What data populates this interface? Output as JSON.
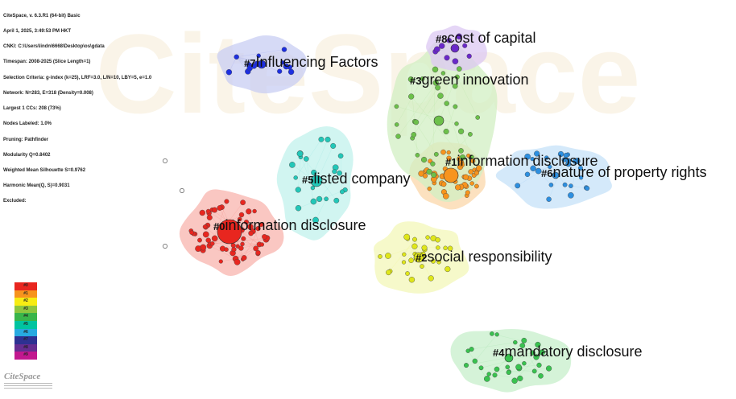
{
  "header": {
    "lines": [
      "CiteSpace, v. 6.3.R1 (64-bit) Basic",
      "April 1, 2025, 3:49:53 PM HKT",
      "CNKI: C:\\Users\\lindn\\6668\\Desktop\\os\\gdata",
      "Timespan: 2008-2025 (Slice Length=1)",
      "Selection Criteria: g-index (k=25), LRF=3.0, L/N=10, LBY=5, e=1.0",
      "Network: N=283, E=318 (Density=0.008)",
      "Largest 1 CCs: 208 (73%)",
      "Nodes Labeled: 1.0%",
      "Pruning: Pathfinder",
      "Modularity Q=0.8402",
      "Weighted Mean Silhouette S=0.9762",
      "Harmonic Mean(Q, S)=0.9031",
      "Excluded:"
    ]
  },
  "watermark": "CiteSpace",
  "logo": {
    "text": "CiteSpace"
  },
  "legend": {
    "items": [
      {
        "label": "#0",
        "color": "#e8261f"
      },
      {
        "label": "#1",
        "color": "#f7941d"
      },
      {
        "label": "#2",
        "color": "#f7ec13"
      },
      {
        "label": "#3",
        "color": "#8dc63f"
      },
      {
        "label": "#4",
        "color": "#39b54a"
      },
      {
        "label": "#5",
        "color": "#00c4a0"
      },
      {
        "label": "#6",
        "color": "#27aae1"
      },
      {
        "label": "#7",
        "color": "#2e3192"
      },
      {
        "label": "#8",
        "color": "#662d91"
      },
      {
        "label": "#9",
        "color": "#c2188f"
      }
    ]
  },
  "clusters": [
    {
      "id": "#0",
      "label": "information disclosure",
      "color": "#e8261f",
      "fill": "#f8b4ae"
    },
    {
      "id": "#1",
      "label": "information disclosure",
      "color": "#f7941d",
      "fill": "#fbd7a9"
    },
    {
      "id": "#2",
      "label": "social responsibility",
      "color": "#dfe61a",
      "fill": "#f3f7b8"
    },
    {
      "id": "#3",
      "label": "green innovation",
      "color": "#6cc04a",
      "fill": "#d2efc3"
    },
    {
      "id": "#4",
      "label": "mandatory disclosure",
      "color": "#39c24f",
      "fill": "#c7efcb"
    },
    {
      "id": "#5",
      "label": "listed company",
      "color": "#22c7b8",
      "fill": "#c2f1ec"
    },
    {
      "id": "#6",
      "label": "nature of property rights",
      "color": "#2d8fe0",
      "fill": "#c6e1f8"
    },
    {
      "id": "#7",
      "label": "Influencing Factors",
      "color": "#1d2fe0",
      "fill": "#c8cdf3"
    },
    {
      "id": "#8",
      "label": "cost of capital",
      "color": "#6a28c9",
      "fill": "#dcc8f3"
    }
  ]
}
